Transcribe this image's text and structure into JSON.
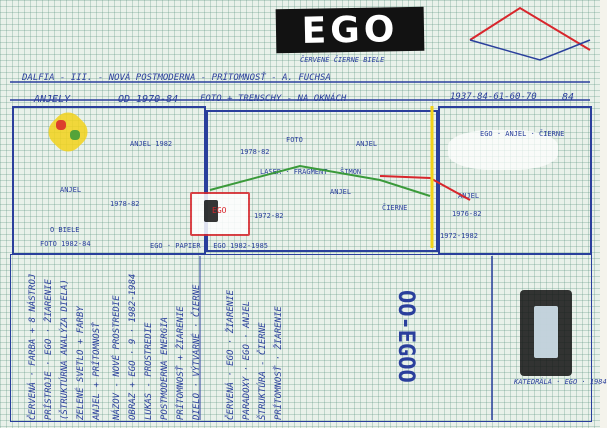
{
  "header": {
    "logo": "EGO",
    "line1": "DALFIA - III. - NOVÁ POSTMODERNA - PRÍTOMNOSŤ - A. FUCHSA",
    "line2a": "ANJELY",
    "line2b": "OD 1970-84",
    "line2c": "FOTO + TRENSCHY - NA OKNÁCH",
    "line2d": "1937-84-61-60-70",
    "line2e": "84",
    "note": "ČERVENÉ ČIERNE BIELE"
  },
  "gallery": {
    "labels": [
      "ANJEL",
      "ANJEL 1982",
      "1978-82",
      "FOTO",
      "ANJEL",
      "1972-82",
      "ANJEL",
      "ČIERNE",
      "1976-82",
      "ANJEL",
      "EGO",
      "FOTO 1982-84",
      "LASER · FRAGMENT · ŠIMON",
      "EGO · PAPIER · EGO 1982-1985",
      "EGO · ANJEL · ČIERNE",
      "1978-82",
      "O BIELE",
      "1972-1982"
    ]
  },
  "text_blocks": {
    "column_left": [
      "ČERVENÁ · FARBA + 8 NÁSTROJ",
      "PRÍSTROJE · EGO · ŽIARENIE",
      "(ŠTRUKTÚRNA ANALÝZA DIELA)",
      "ZELENÉ SVETLO + FARBY",
      "ANJEL + PRÍTOMNOSŤ"
    ],
    "column_mid": [
      "NÁZOV - NOVÉ PROSTREDIE",
      "OBRAZ + EGO · 9 · 1982-1984",
      "LUKAS - PROSTREDIE",
      "POSTMODERNA ENERGIA",
      "PRÍTOMNOSŤ + ŽIARENIE",
      "DIELO · VÝTVARNÉ · ČIERNE"
    ],
    "column_center": [
      "ČERVENÁ · EGO · ŽIARENIE",
      "PARADOXY · EGO · ANJEL",
      "ŠTRUKTÚRA - ČIERNE",
      "PRÍTOMNOSŤ · ŽIARENIE"
    ],
    "big": "OO-EGOO",
    "right_label": "KATEDRÁLA · EGO · 1984"
  },
  "colors": {
    "ink": "#2a3f9c",
    "red": "#d8262c",
    "green": "#3a9a3a",
    "yellow": "#f2d21b",
    "black": "#121212"
  }
}
